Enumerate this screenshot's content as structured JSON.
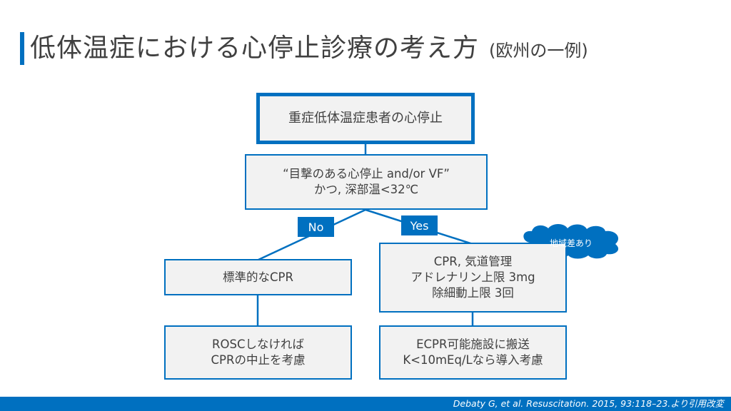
{
  "slide": {
    "title_main": "低体温症における心停止診療の考え方",
    "title_sub": "(欧州の一例)"
  },
  "colors": {
    "accent": "#0070c0",
    "box_fill": "#f2f2f2",
    "text": "#404040"
  },
  "flowchart": {
    "start": "重症低体温症患者の心停止",
    "decision": {
      "line1": "“目撃のある心停止 and/or VF”",
      "line2": "かつ, 深部温<32℃"
    },
    "no_label": "No",
    "yes_label": "Yes",
    "no_branch": {
      "step1": "標準的なCPR",
      "step2": {
        "line1": "ROSCしなければ",
        "line2": "CPRの中止を考慮"
      }
    },
    "yes_branch": {
      "step1": {
        "line1": "CPR, 気道管理",
        "line2": "アドレナリン上限 3mg",
        "line3": "除細動上限 3回"
      },
      "step2": {
        "line1": "ECPR可能施設に搬送",
        "line2": "K<10mEq/Lなら導入考慮"
      }
    },
    "cloud_note": "地域差あり"
  },
  "footer": {
    "citation": "Debaty G, et al. Resuscitation. 2015, 93:118–23.より引用改変"
  }
}
